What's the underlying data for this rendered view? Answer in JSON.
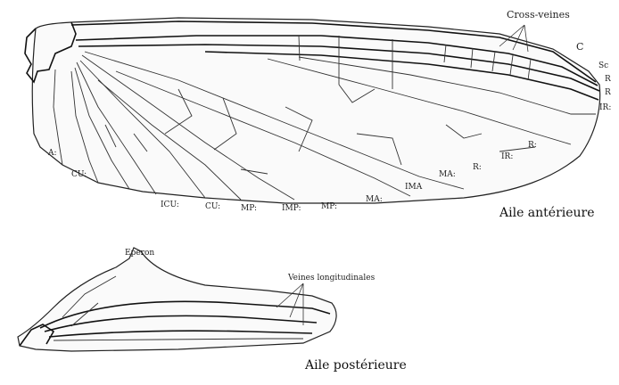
{
  "forewing": {
    "caption": "Aile antérieure",
    "cross_veins_label": "Cross-veines",
    "right_labels": [
      "C",
      "Sc",
      "R",
      "R",
      "IR:"
    ],
    "bottom_labels": [
      "A:",
      "CU:",
      "ICU:",
      "CU:",
      "MP:",
      "IMP:",
      "MP:",
      "MA:",
      "IMA",
      "MA:",
      "R:",
      "IR:",
      "R:"
    ]
  },
  "hindwing": {
    "caption": "Aile postérieure",
    "spur_label": "Eperon",
    "longitudinal_label": "Veines longitudinales"
  },
  "colors": {
    "ink": "#222222",
    "paper": "#ffffff"
  }
}
